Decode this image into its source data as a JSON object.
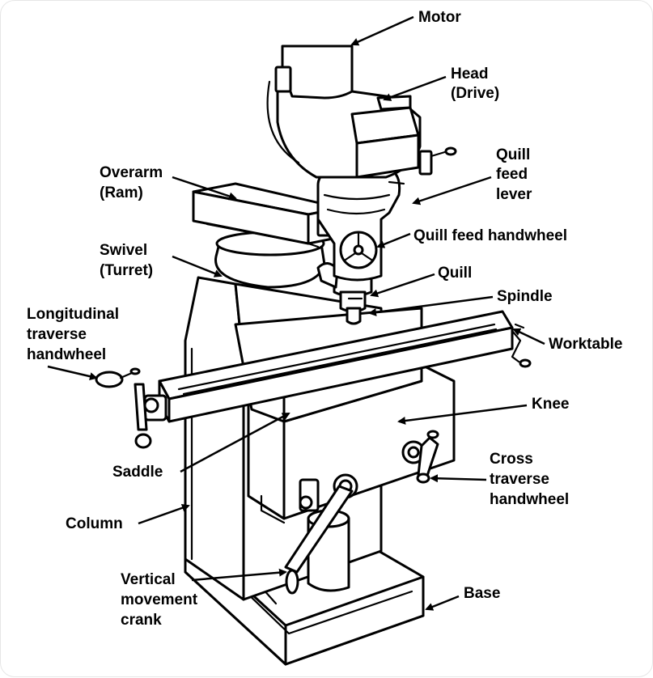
{
  "labels": {
    "motor": "Motor",
    "head": [
      "Head",
      "(Drive)"
    ],
    "quill_feed_lever": [
      "Quill",
      "feed",
      "lever"
    ],
    "overarm": [
      "Overarm",
      "(Ram)"
    ],
    "quill_feed_handwheel": "Quill feed handwheel",
    "swivel": [
      "Swivel",
      "(Turret)"
    ],
    "quill": "Quill",
    "spindle": "Spindle",
    "longitudinal": [
      "Longitudinal",
      "traverse",
      "handwheel"
    ],
    "worktable": "Worktable",
    "knee": "Knee",
    "saddle": "Saddle",
    "cross_traverse": [
      "Cross",
      "traverse",
      "handwheel"
    ],
    "column": "Column",
    "vertical_crank": [
      "Vertical",
      "movement",
      "crank"
    ],
    "base": "Base"
  }
}
